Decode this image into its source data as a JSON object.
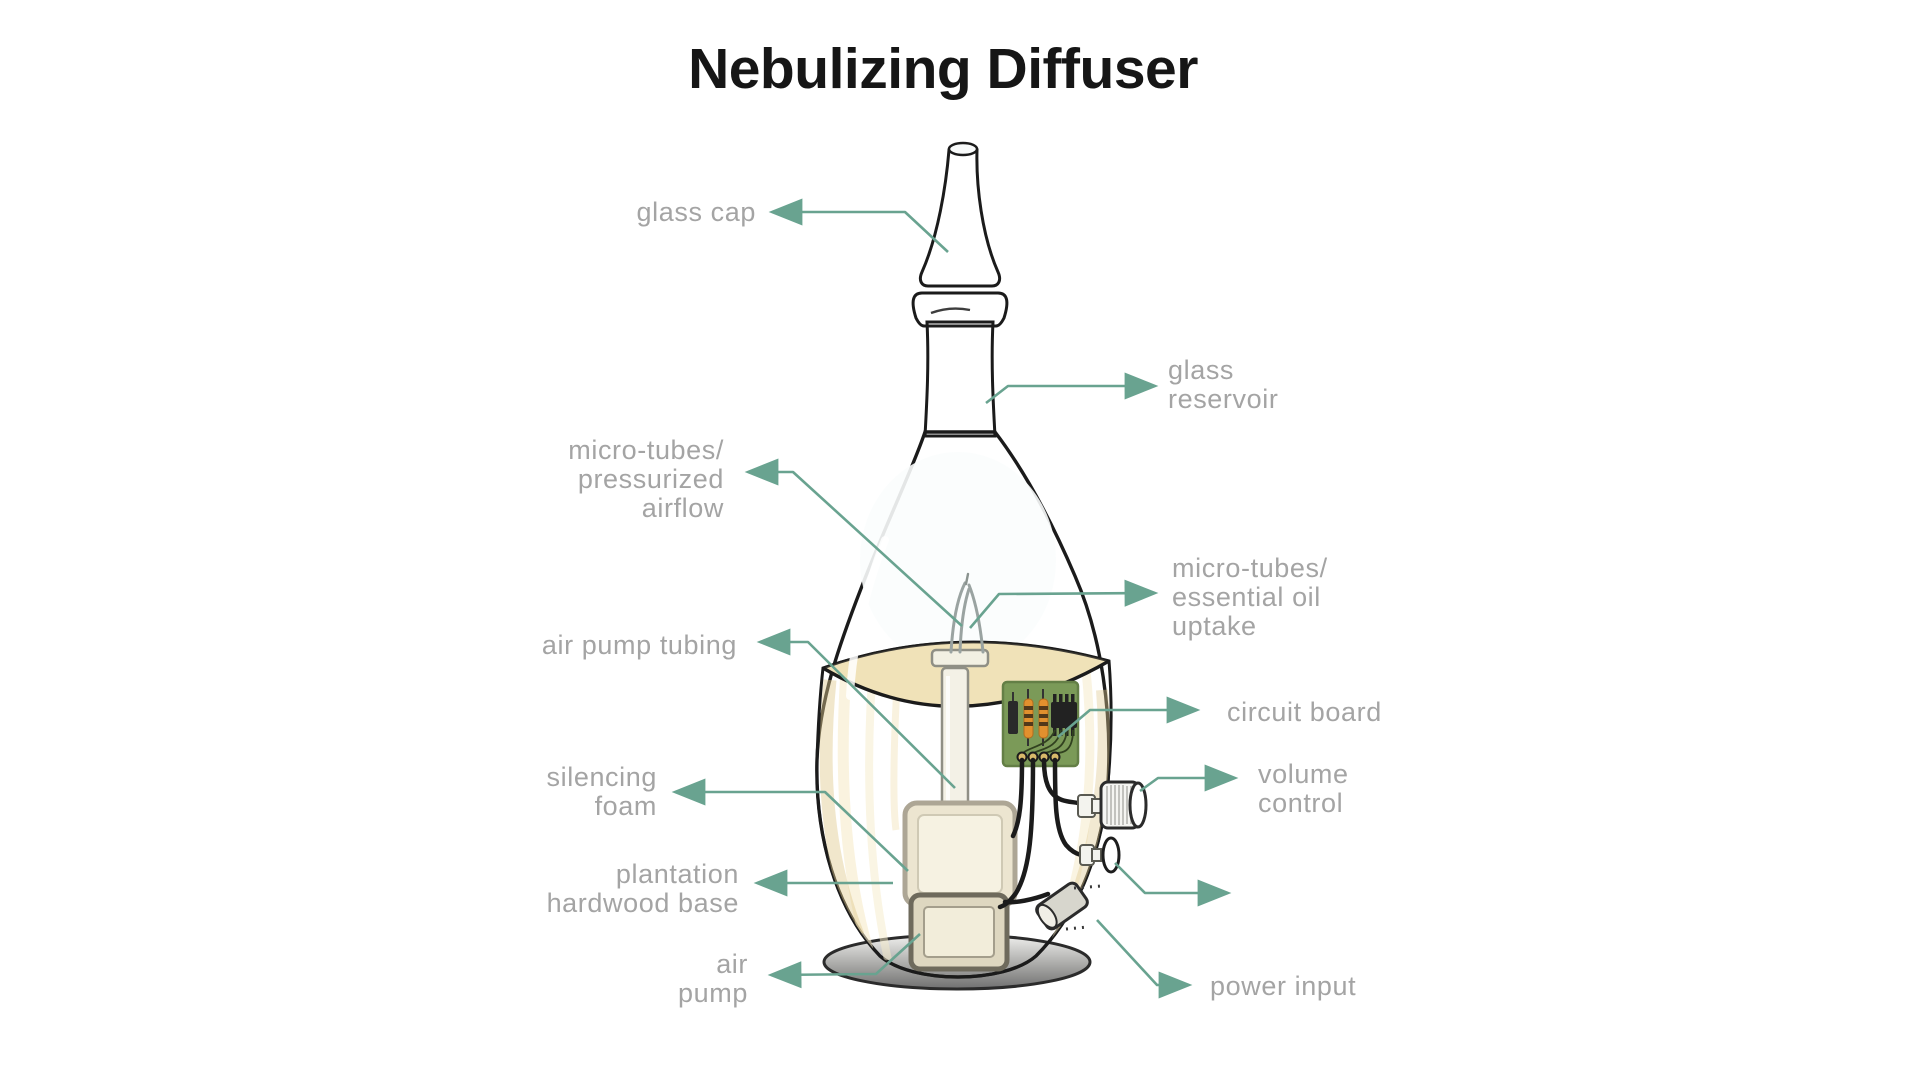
{
  "title": "Nebulizing Diffuser",
  "colors": {
    "accent_arrow": "#69a390",
    "label_text": "#a4a4a4",
    "wood_base": "#ebd7a0",
    "oil_surface": "#f0e2b8",
    "pcb_green": "#7b9a58",
    "glass": "#f3f6f7",
    "outline_ink": "#1b1b1b"
  },
  "labels": {
    "glass_cap": {
      "lines": [
        "glass cap"
      ]
    },
    "glass_reservoir": {
      "lines": [
        "glass",
        "reservoir"
      ]
    },
    "micro_tubes_airflow": {
      "lines": [
        "micro-tubes/",
        "pressurized",
        "airflow"
      ]
    },
    "micro_tubes_oil": {
      "lines": [
        "micro-tubes/",
        "essential oil",
        "uptake"
      ]
    },
    "air_pump_tubing": {
      "lines": [
        "air pump tubing"
      ]
    },
    "silencing_foam": {
      "lines": [
        "silencing",
        "foam"
      ]
    },
    "plantation_base": {
      "lines": [
        "plantation",
        "hardwood base"
      ]
    },
    "air_pump": {
      "lines": [
        "air",
        "pump"
      ]
    },
    "circuit_board": {
      "lines": [
        "circuit board"
      ]
    },
    "volume_control": {
      "lines": [
        "volume",
        "control"
      ]
    },
    "power_input": {
      "lines": [
        "power input"
      ]
    }
  }
}
